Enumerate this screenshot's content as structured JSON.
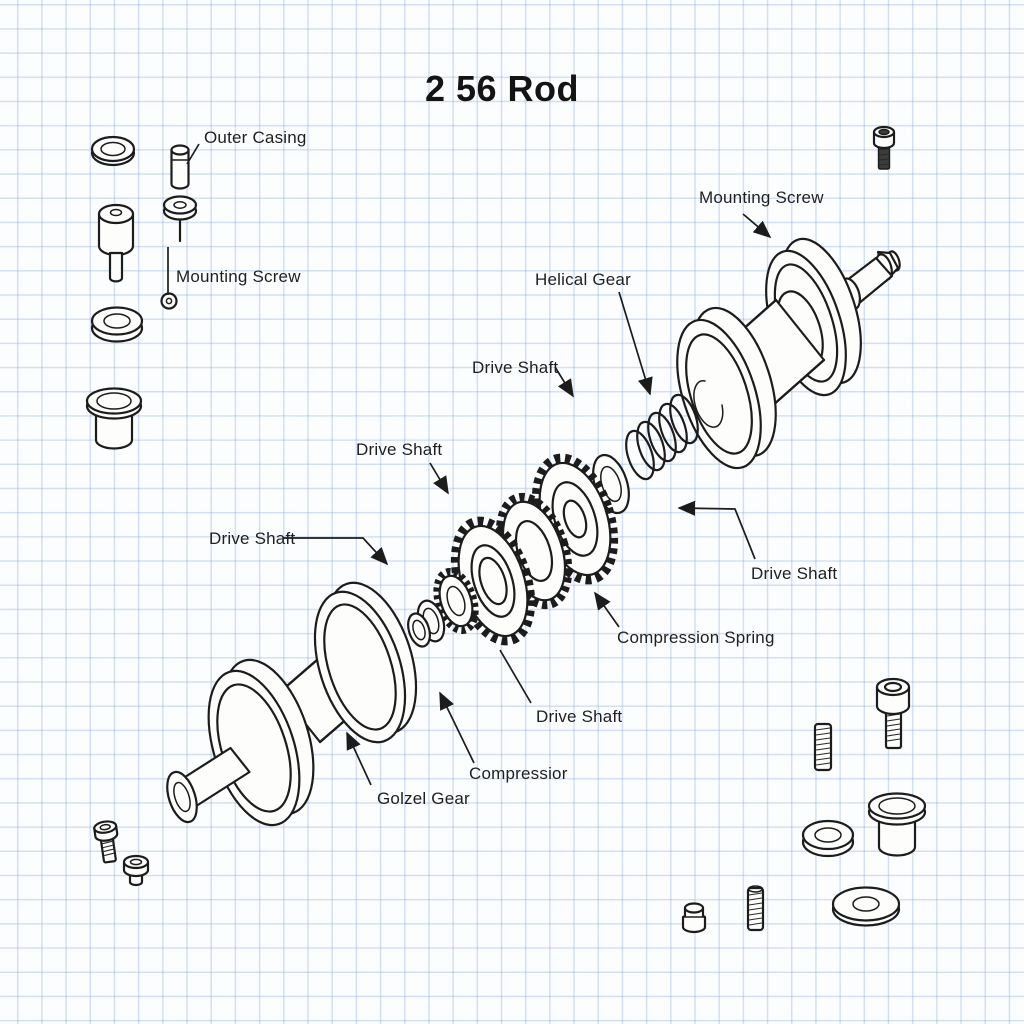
{
  "title": "2 56 Rod",
  "ink_color": "#1c1c1c",
  "grid_color": "#cfdeee",
  "paper_color": "#fcfdff",
  "labels": [
    {
      "id": "outer-casing",
      "text": "Outer Casing"
    },
    {
      "id": "mounting-screw-left",
      "text": "Mounting Screw"
    },
    {
      "id": "mounting-screw-right",
      "text": "Mounting Screw"
    },
    {
      "id": "helical-gear",
      "text": "Helical Gear"
    },
    {
      "id": "drive-shaft-upper",
      "text": "Drive Shaft"
    },
    {
      "id": "drive-shaft-center",
      "text": "Drive Shaft"
    },
    {
      "id": "drive-shaft-left",
      "text": "Drive Shaft"
    },
    {
      "id": "drive-shaft-right",
      "text": "Drive Shaft"
    },
    {
      "id": "compression-spring",
      "text": "Compression Spring"
    },
    {
      "id": "drive-shaft-bottom",
      "text": "Drive Shaft"
    },
    {
      "id": "compressior",
      "text": "Compressior"
    },
    {
      "id": "golzel-gear",
      "text": "Golzel Gear"
    }
  ],
  "parts": [
    "flat-washer",
    "locating-pin",
    "round-head-bolt",
    "grommet",
    "small-screw",
    "thick-washer",
    "flanged-bushing",
    "socket-head-cap-screw",
    "flywheel-pulley-assembly",
    "compression-spring-coil",
    "gear-cluster",
    "spool-shaft-assembly",
    "threaded-stud",
    "washer",
    "flanged-bushing-2",
    "large-washer",
    "spacer",
    "machine-screw",
    "shoulder-screw"
  ]
}
